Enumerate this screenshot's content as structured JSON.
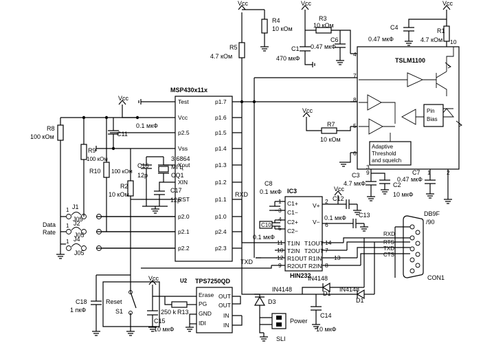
{
  "labels": {
    "vcc": "Vcc",
    "r4": "R4",
    "r4_val": "10 кОм",
    "r3": "R3",
    "r3_val": "10 кОм",
    "c4": "C4",
    "c4_val": "0.47 мкФ",
    "r1": "R1",
    "r1_val": "4.7 кОм",
    "r5": "R5",
    "r5_val": "4.7 кОм",
    "c6": "C6",
    "c6_val": "0.47 мкФ",
    "c1": "C1",
    "c1_val": "470 мкФ",
    "r8": "R8",
    "r8_val": "100 кОм",
    "r9": "R9",
    "r9_val": "100 кОм",
    "r10": "R10",
    "r10_val": "100 кОм",
    "c11": "C11",
    "c11_val": "0.1 мкФ",
    "c16": "C16",
    "c16_val": "12p",
    "xtal_freq": "3.6864",
    "xtal_unit": "МГц",
    "cq1": "CQ1",
    "c17": "C17",
    "c17_val": "12p",
    "r2": "R2",
    "r2_val": "10 кОм",
    "r7": "R7",
    "r7_val": "10 кОм",
    "c3": "C3",
    "c3_val": "4.7 мкФ",
    "c2": "C2",
    "c2_val": "10 мкФ",
    "c7": "C7",
    "c7_val": "0.47 мкФ",
    "c8": "C8",
    "c8_val": "0.1 мкФ",
    "c12": "C12",
    "c13": "C13",
    "c13_val": "0.1 мкФ",
    "c10": "C10",
    "c10_val": "0.1 мкФ",
    "rxd": "RXD",
    "txd": "TXD",
    "j1": "J1",
    "j2": "J2",
    "j4": "J4",
    "j05": "J05",
    "data_rate_1": "Data",
    "data_rate_2": "Rate",
    "c18": "C18",
    "c18_val": "1 пкФ",
    "reset": "Reset",
    "s1": "S1",
    "u2": "U2",
    "c15": "C15",
    "c15_val": "10 мкФ",
    "r13": "R13",
    "r13_val": "250 k",
    "d3": "D3",
    "in4148": "IN4148",
    "power": "Power",
    "sli": "SLI",
    "c14": "C14",
    "c14_val": "10 мкФ",
    "d1": "D1",
    "db9f": "DB9F",
    "db9f_sub": "/90",
    "con1": "CON1",
    "sig_rxd": "RXD",
    "sig_rts": "RTS",
    "sig_txd": "TXD",
    "sig_cts": "CTS",
    "pin_bias_1": "Pin",
    "pin_bias_2": "Bias",
    "adaptive_1": "Adaptive",
    "adaptive_2": "Threshold",
    "adaptive_3": "and squelch"
  },
  "msp": {
    "title": "MSP430x11x",
    "left_pins": [
      "Test",
      "Vcc",
      "p2.5",
      "Vss",
      "Xout",
      "XIN",
      "RST",
      "p2.0",
      "p2.1",
      "p2.2"
    ],
    "right_pins": [
      "p1.7",
      "p1.6",
      "p1.5",
      "p1.4",
      "p1.3",
      "p1.2",
      "p1.1",
      "p1.0",
      "p2.4",
      "p2.3"
    ]
  },
  "tslm": {
    "title": "TSLM1100",
    "pin_nums": [
      "4",
      "7",
      "8",
      "5",
      "6",
      "9",
      "10",
      "1",
      "2",
      "3"
    ]
  },
  "hin": {
    "title": "IC3",
    "part": "HIN232",
    "left_pins": [
      "C1+",
      "C1−",
      "C2+",
      "C2−",
      "T1IN",
      "T2IN",
      "R1OUT",
      "R2OUT"
    ],
    "right_pins": [
      "V+",
      "V−",
      "T1OUT",
      "T2OUT",
      "R1IN",
      "R2IN"
    ],
    "left_nums": [
      "1",
      "3",
      "4",
      "5",
      "11",
      "10",
      "12",
      "9"
    ],
    "right_nums": [
      "2",
      "6",
      "14",
      "7",
      "13",
      "8"
    ]
  },
  "tps": {
    "title": "TPS7250QD",
    "left_pins": [
      "Erase",
      "PG",
      "GND",
      "IDI"
    ],
    "right_pins": [
      "OUT",
      "OUT",
      "IN",
      "IN"
    ]
  }
}
